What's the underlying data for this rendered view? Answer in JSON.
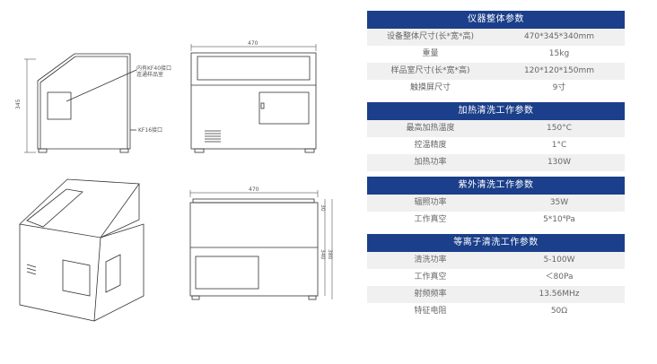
{
  "drawings": {
    "side_note_1": "内有KF40接口",
    "side_note_2": "连通样品室",
    "side_note_3": "KF16接口",
    "side_height_label": "345",
    "front_width_label": "470",
    "top_width_label": "470",
    "top_dim_1": "30",
    "top_dim_2": "340",
    "top_dim_3": "380"
  },
  "sections": [
    {
      "title": "仪器整体参数",
      "rows": [
        {
          "k": "设备整体尺寸(长*宽*高)",
          "v": "470*345*340mm"
        },
        {
          "k": "重量",
          "v": "15kg"
        },
        {
          "k": "样品室尺寸(长*宽*高)",
          "v": "120*120*150mm"
        },
        {
          "k": "触摸屏尺寸",
          "v": "9寸"
        }
      ]
    },
    {
      "title": "加热清洗工作参数",
      "rows": [
        {
          "k": "最高加热温度",
          "v": "150°C"
        },
        {
          "k": "控温精度",
          "v": "1°C"
        },
        {
          "k": "加热功率",
          "v": "130W"
        }
      ]
    },
    {
      "title": "紫外清洗工作参数",
      "rows": [
        {
          "k": "辐照功率",
          "v": "35W"
        },
        {
          "k": "工作真空",
          "v": "5*10⁴Pa"
        }
      ]
    },
    {
      "title": "等离子清洗工作参数",
      "rows": [
        {
          "k": "清洗功率",
          "v": "5-100W"
        },
        {
          "k": "工作真空",
          "v": "＜80Pa"
        },
        {
          "k": "射频频率",
          "v": "13.56MHz"
        },
        {
          "k": "特征电阻",
          "v": "50Ω"
        }
      ]
    }
  ]
}
